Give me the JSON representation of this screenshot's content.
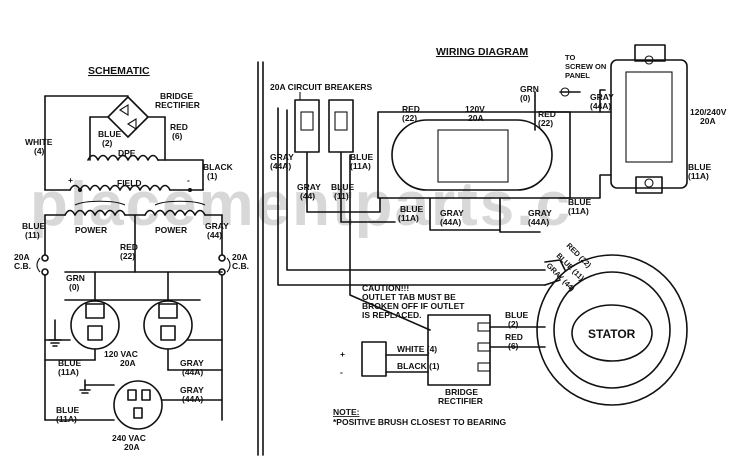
{
  "watermark": "placementparts.c",
  "schematic": {
    "title": "SCHEMATIC",
    "bridge_rectifier": "BRIDGE RECTIFIER",
    "white4": [
      "WHITE",
      "(4)"
    ],
    "blue2": [
      "BLUE",
      "(2)"
    ],
    "red6": [
      "RED",
      "(6)"
    ],
    "dpe": "DPE",
    "black1": [
      "BLACK",
      "(1)"
    ],
    "plus": "+",
    "minus": "-",
    "field": "FIELD",
    "blue11_top": [
      "BLUE",
      "(11)"
    ],
    "power_left": "POWER",
    "power_right": "POWER",
    "gray44_top": [
      "GRAY",
      "(44)"
    ],
    "red22": [
      "RED",
      "(22)"
    ],
    "cb_left": [
      "20A",
      "C.B."
    ],
    "cb_right": [
      "20A",
      "C.B."
    ],
    "grn0": [
      "GRN",
      "(0)"
    ],
    "vac120": [
      "120 VAC",
      "20A"
    ],
    "blue11a_mid": [
      "BLUE",
      "(11A)"
    ],
    "gray44a_mid": [
      "GRAY",
      "(44A)"
    ],
    "gray44a_low": [
      "GRAY",
      "(44A)"
    ],
    "blue11a_low": [
      "BLUE",
      "(11A)"
    ],
    "vac240": [
      "240 VAC",
      "20A"
    ]
  },
  "wiring": {
    "title": "WIRING DIAGRAM",
    "breakers": "20A CIRCUIT BREAKERS",
    "screw": [
      "TO",
      "SCREW ON",
      "PANEL"
    ],
    "grn0": [
      "GRN",
      "(0)"
    ],
    "red22": [
      "RED",
      "(22)"
    ],
    "v120": [
      "120V",
      "20A"
    ],
    "red22b": [
      "RED",
      "(22)"
    ],
    "gray44a_r": [
      "GRAY",
      "(44A)"
    ],
    "v120_240": [
      "120/240V",
      "20A"
    ],
    "gray44a_l": [
      "GRAY",
      "(44A)"
    ],
    "blue11a_l": [
      "BLUE",
      "(11A)"
    ],
    "gray44": [
      "GRAY",
      "(44)"
    ],
    "blue11": [
      "BLUE",
      "(11)"
    ],
    "blue11a_c": [
      "BLUE",
      "(11A)"
    ],
    "gray44a_c": [
      "GRAY",
      "(44A)"
    ],
    "gray44a_c2": [
      "GRAY",
      "(44A)"
    ],
    "blue11a_c2": [
      "BLUE",
      "(11A)"
    ],
    "blue11a_r": [
      "BLUE",
      "(11A)"
    ],
    "caution": [
      "CAUTION!!!",
      "OUTLET TAB MUST BE",
      "BROKEN OFF IF OUTLET",
      "IS REPLACED."
    ],
    "stator": "STATOR",
    "stator_leads": [
      "RED (22)",
      "BLUE (11)",
      "GRAY (44)"
    ],
    "blue2": [
      "BLUE",
      "(2)"
    ],
    "red6": [
      "RED",
      "(6)"
    ],
    "white4": "WHITE (4)",
    "black1": "BLACK (1)",
    "plus": "+",
    "minus": "-",
    "bridge_rectifier": [
      "BRIDGE",
      "RECTIFIER"
    ],
    "note": "NOTE:",
    "note_text": "*POSITIVE BRUSH CLOSEST TO BEARING"
  }
}
